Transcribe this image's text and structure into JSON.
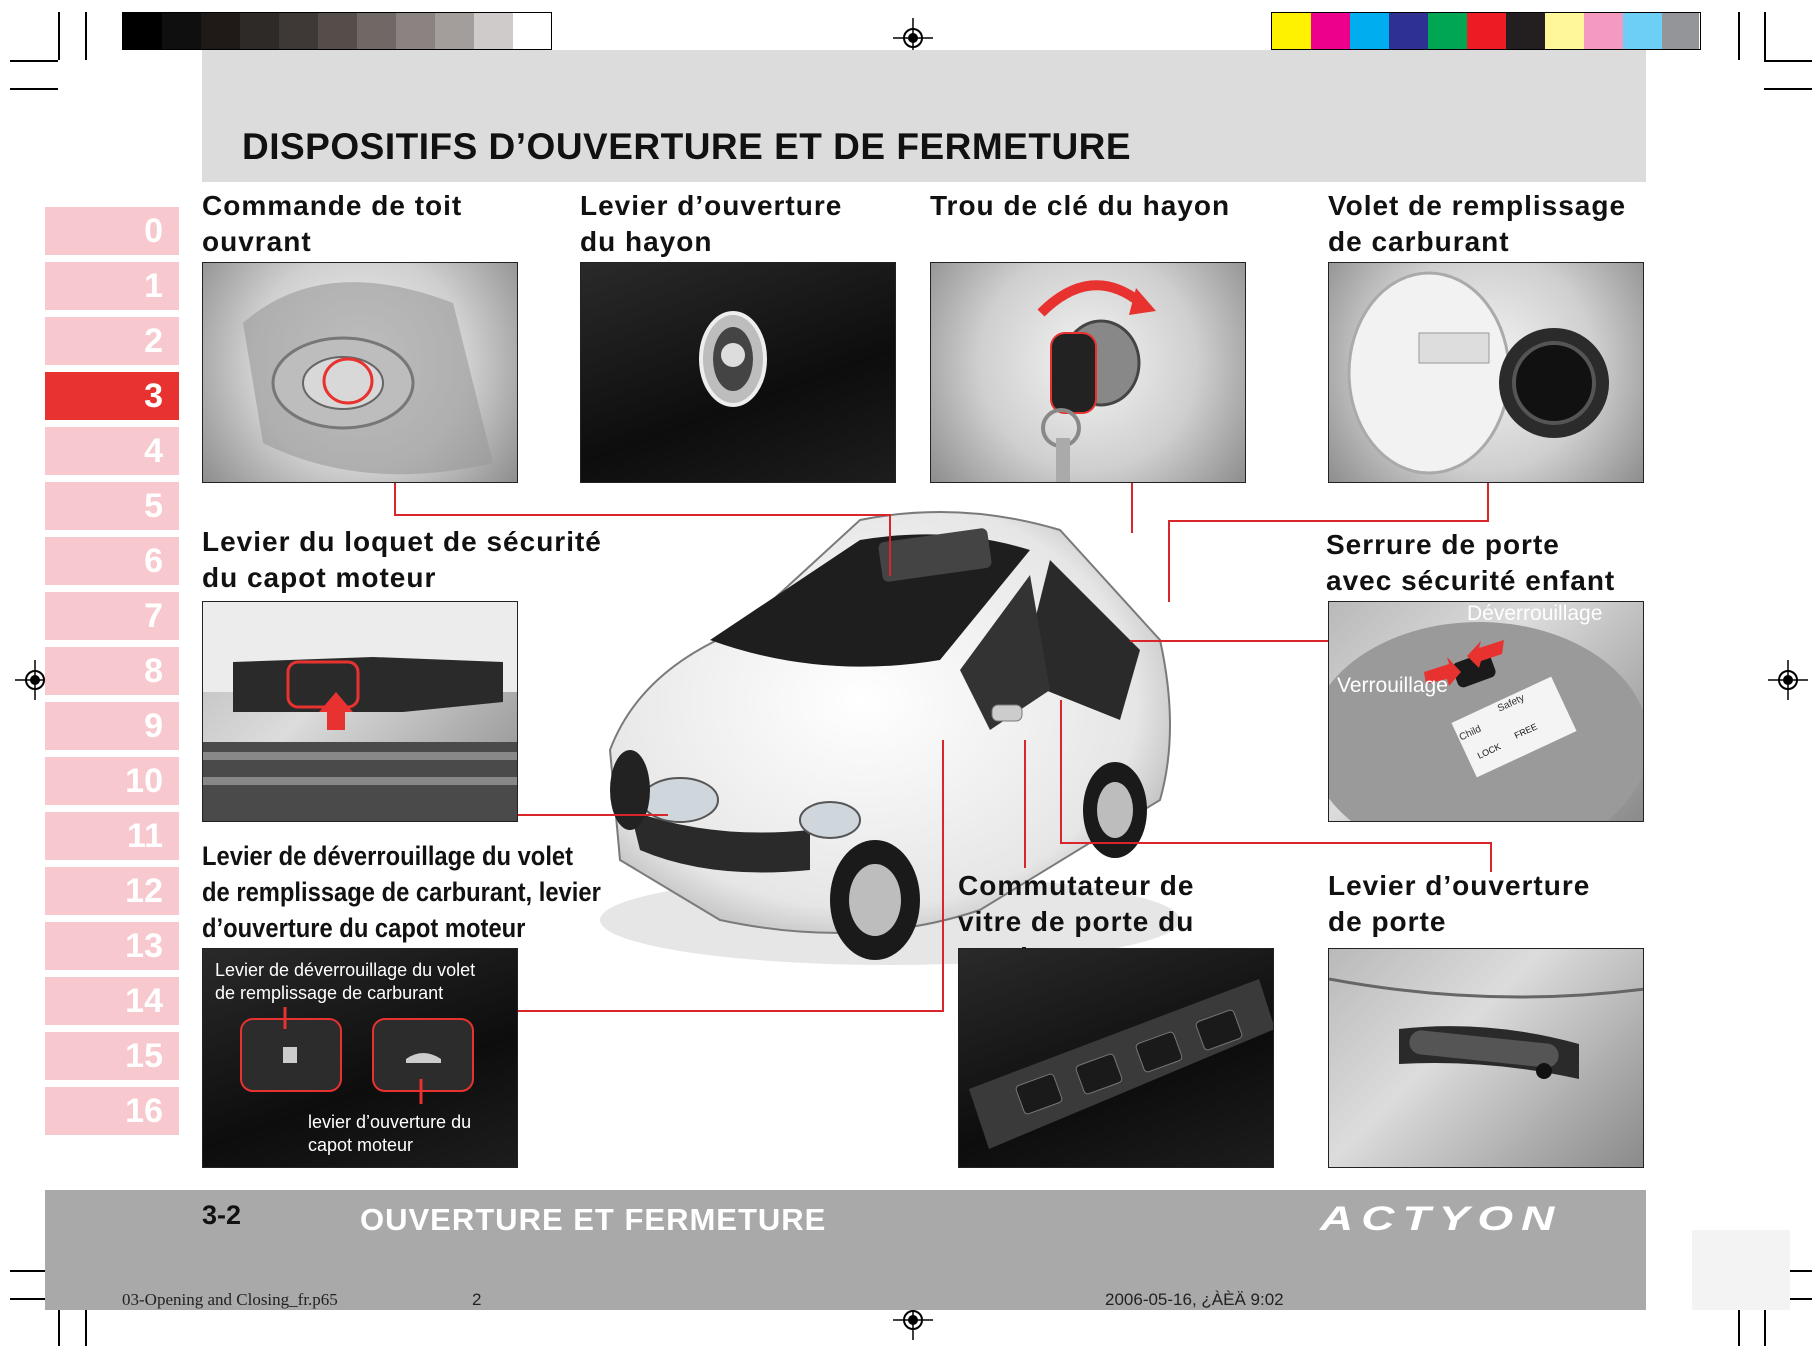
{
  "page_title": "DISPOSITIFS D’OUVERTURE ET DE FERMETURE",
  "chapter_tabs": [
    "0",
    "1",
    "2",
    "3",
    "4",
    "5",
    "6",
    "7",
    "8",
    "9",
    "10",
    "11",
    "12",
    "13",
    "14",
    "15",
    "16"
  ],
  "active_chapter": "3",
  "captions": {
    "sunroof": [
      "Commande de toit",
      "ouvrant"
    ],
    "tailgate_lever": [
      "Levier d’ouverture",
      "du hayon"
    ],
    "tailgate_key": [
      "Trou de clé du hayon"
    ],
    "fuel_door": [
      "Volet de remplissage",
      "de carburant"
    ],
    "hood_safety": [
      "Levier du loquet de sécurité",
      "du capot moteur"
    ],
    "child_lock": [
      "Serrure de porte",
      "avec sécurité enfant"
    ],
    "release_levers": [
      "Levier de déverrouillage du volet",
      "de remplissage de carburant, levier",
      "d’ouverture du capot moteur"
    ],
    "window_switch": [
      "Commutateur de",
      "vitre de porte du",
      "conducteur"
    ],
    "door_handle": [
      "Levier d’ouverture",
      "de porte"
    ]
  },
  "photo_labels": {
    "unlock": "Déverrouillage",
    "lock": "Verrouillage",
    "fuel_release": [
      "Levier de déverrouillage du volet",
      "de remplissage de carburant"
    ],
    "hood_release": [
      "levier d’ouverture du",
      "capot moteur"
    ],
    "sticker_child": "Child",
    "sticker_safety": "Safety",
    "sticker_lock": "LOCK",
    "sticker_free": "FREE"
  },
  "footer": {
    "page_number": "3-2",
    "section": "OUVERTURE ET FERMETURE",
    "brand": "ACTYON"
  },
  "slug": {
    "file": "03-Opening and Closing_fr.p65",
    "page": "2",
    "date": "2006-05-16, ¿ÀÈÄ 9:02"
  },
  "colors": {
    "accent_red": "#e8322f",
    "tab_pink": "#f7c8cd",
    "band_grey": "#dcdcdc",
    "footer_grey": "#a9a9a9"
  }
}
